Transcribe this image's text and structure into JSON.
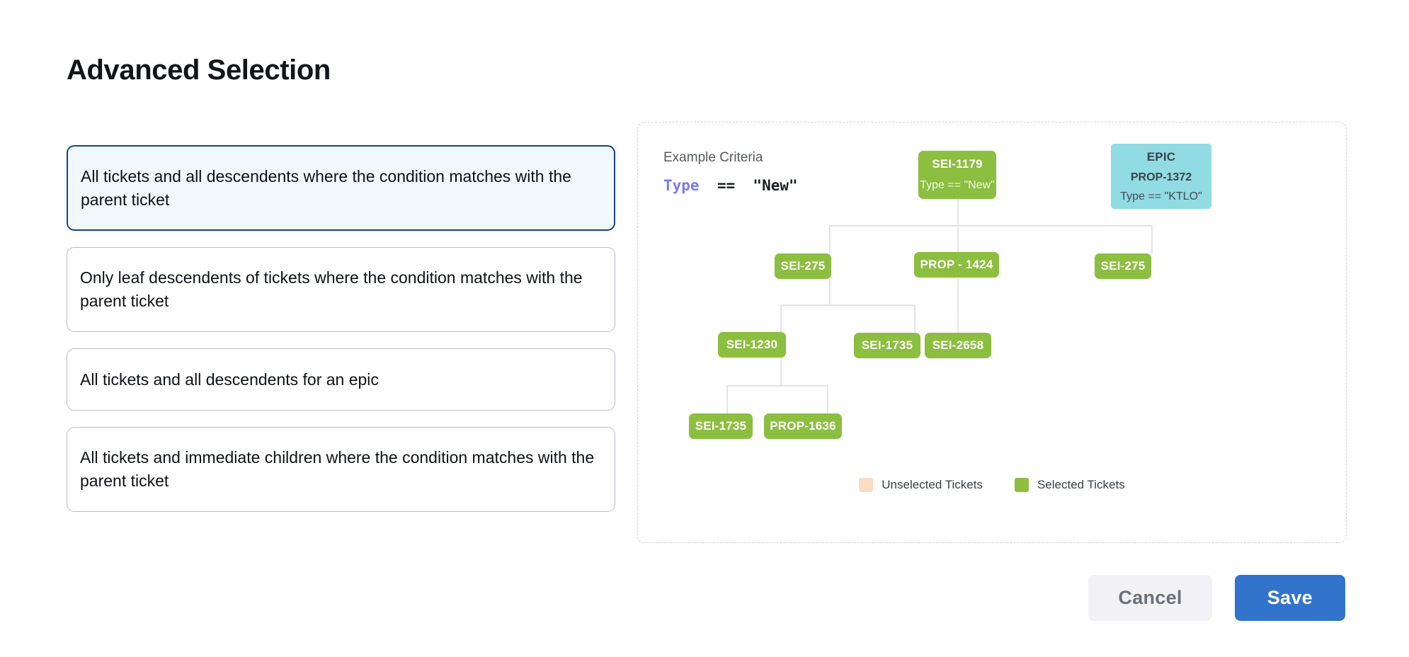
{
  "page": {
    "title": "Advanced Selection"
  },
  "options": [
    {
      "label": "All tickets and all descendents where the condition matches with the parent ticket",
      "selected": true
    },
    {
      "label": "Only leaf descendents of tickets where the condition matches with the parent ticket",
      "selected": false
    },
    {
      "label": "All tickets and all descendents for an epic",
      "selected": false
    },
    {
      "label": "All tickets and immediate children where the condition matches with the parent ticket",
      "selected": false
    }
  ],
  "diagram": {
    "criteria_title": "Example Criteria",
    "criteria_keyword": "Type",
    "criteria_rest": "  ==  \"New\"",
    "nodes": {
      "root": {
        "id": "SEI-1179",
        "sub": "Type == \"New\"",
        "state": "selected"
      },
      "epic": {
        "kind": "EPIC",
        "id": "PROP-1372",
        "sub": "Type == \"KTLO\"",
        "state": "epic"
      },
      "r2c1": {
        "id": "SEI-275",
        "state": "selected"
      },
      "r2c2": {
        "id": "PROP - 1424",
        "state": "selected"
      },
      "r2c3": {
        "id": "SEI-275",
        "state": "selected"
      },
      "r3c1": {
        "id": "SEI-1230",
        "state": "selected"
      },
      "r3c2": {
        "id": "SEI-1735",
        "state": "selected"
      },
      "r3c3": {
        "id": "SEI-2658",
        "state": "selected"
      },
      "r4c1": {
        "id": "SEI-1735",
        "state": "selected"
      },
      "r4c2": {
        "id": "PROP-1636",
        "state": "selected"
      }
    },
    "legend": [
      {
        "label": "Unselected Tickets",
        "color": "#fbdcc4"
      },
      {
        "label": "Selected Tickets",
        "color": "#8cbe3f"
      }
    ]
  },
  "footer": {
    "cancel_label": "Cancel",
    "save_label": "Save"
  },
  "colors": {
    "selected_node": "#8cbe3f",
    "epic_node": "#91dbe3",
    "unselected_node": "#fbdcc4",
    "accent_blue": "#3273cc",
    "selected_card_border": "#17457f",
    "selected_card_bg": "#f1f8fb",
    "keyword_purple": "#7b7bf0",
    "connector_line": "#e2e4e6"
  }
}
